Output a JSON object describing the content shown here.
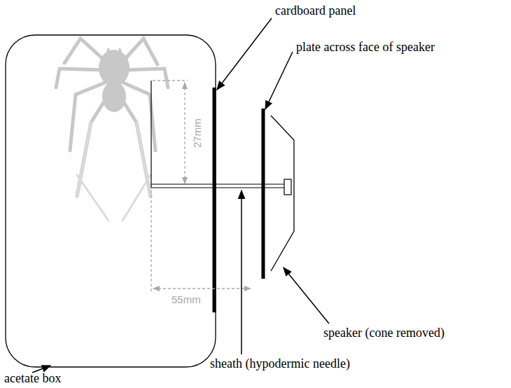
{
  "diagram": {
    "labels": [
      "cardboard panel",
      "plate across face of speaker",
      "27mm",
      "55mm",
      "speaker (cone removed)",
      "sheath (hypodermic needle)",
      "acetate box"
    ]
  }
}
